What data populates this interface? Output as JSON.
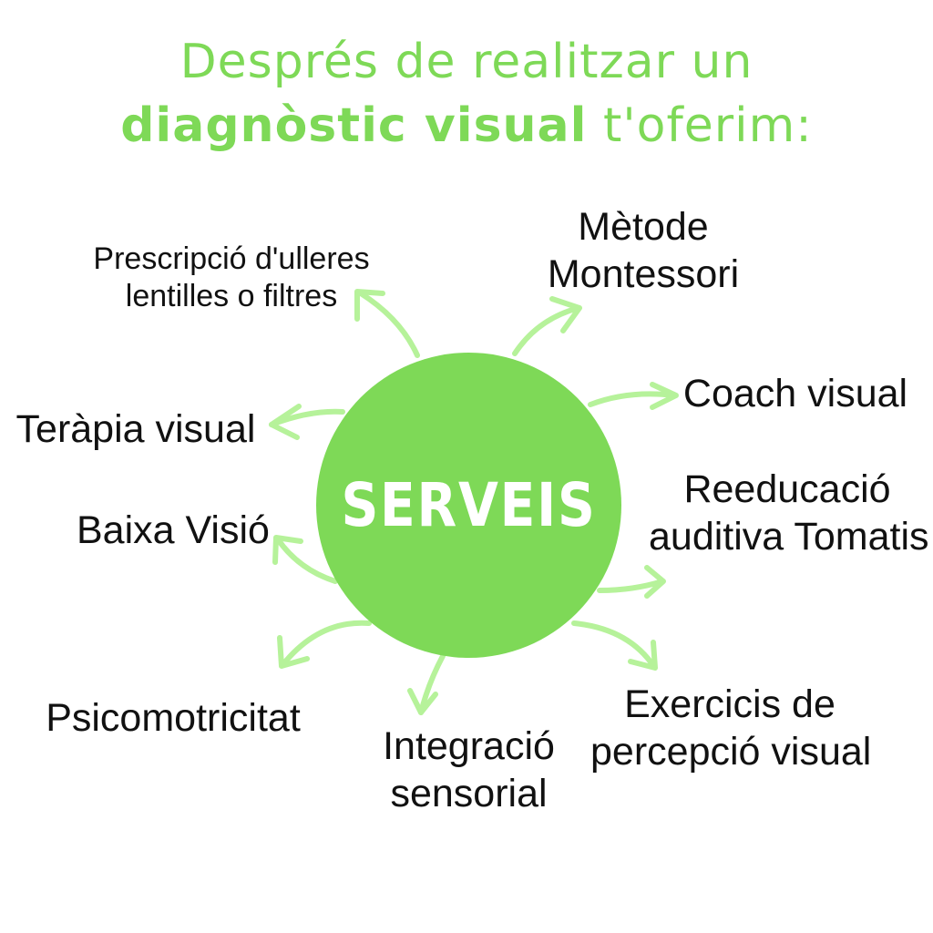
{
  "heading": {
    "line1": "Després de realitzar un",
    "line2_bold": "diagnòstic visual",
    "line2_rest": " t'oferim:"
  },
  "hub": {
    "label": "SERVEIS"
  },
  "services": {
    "prescripcio": [
      "Prescripció d'ulleres",
      "lentilles o filtres"
    ],
    "montessori": [
      "Mètode",
      "Montessori"
    ],
    "coach": [
      "Coach visual"
    ],
    "terapia": [
      "Teràpia visual"
    ],
    "reeducacio": [
      "Reeducació",
      "auditiva Tomatis"
    ],
    "baixa": [
      "Baixa Visió"
    ],
    "psico": [
      "Psicomotricitat"
    ],
    "integracio": [
      "Integració",
      "sensorial"
    ],
    "exercicis": [
      "Exercicis de",
      "percepció visual"
    ]
  },
  "colors": {
    "accent": "#7ed957",
    "arrow": "#b6f29a",
    "text": "#111111",
    "hub_text": "#ffffff"
  }
}
